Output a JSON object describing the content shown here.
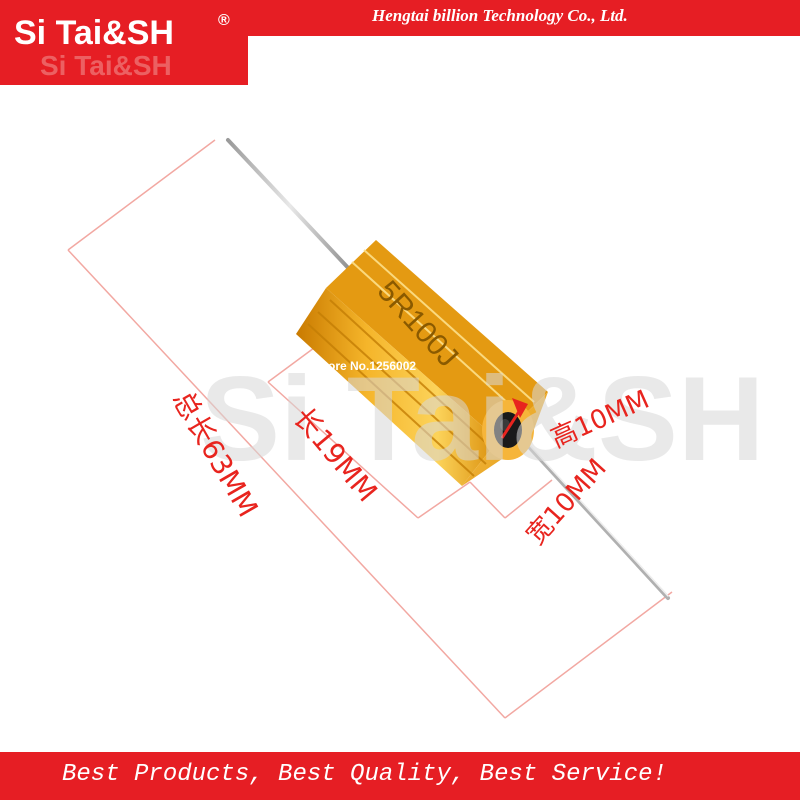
{
  "header": {
    "brand": "Si Tai&SH",
    "trademark": "®",
    "company": "Hengtai billion Technology Co., Ltd.",
    "ghost_brand": "Si Tai&SH"
  },
  "product": {
    "marking": "5R100J",
    "store": "Store No.1256002",
    "watermark": "Si Tai&SH"
  },
  "dimensions": {
    "total_length": "总长63MM",
    "body_length": "长19MM",
    "height": "高10MM",
    "width": "宽10MM"
  },
  "footer": {
    "slogan": "Best Products, Best Quality, Best Service!"
  },
  "colors": {
    "brand_red": "#e61e24",
    "body_gold": "#f0a820",
    "dimension_red": "#e8241e"
  },
  "icons": {
    "arrow": "red-arrow-icon"
  }
}
